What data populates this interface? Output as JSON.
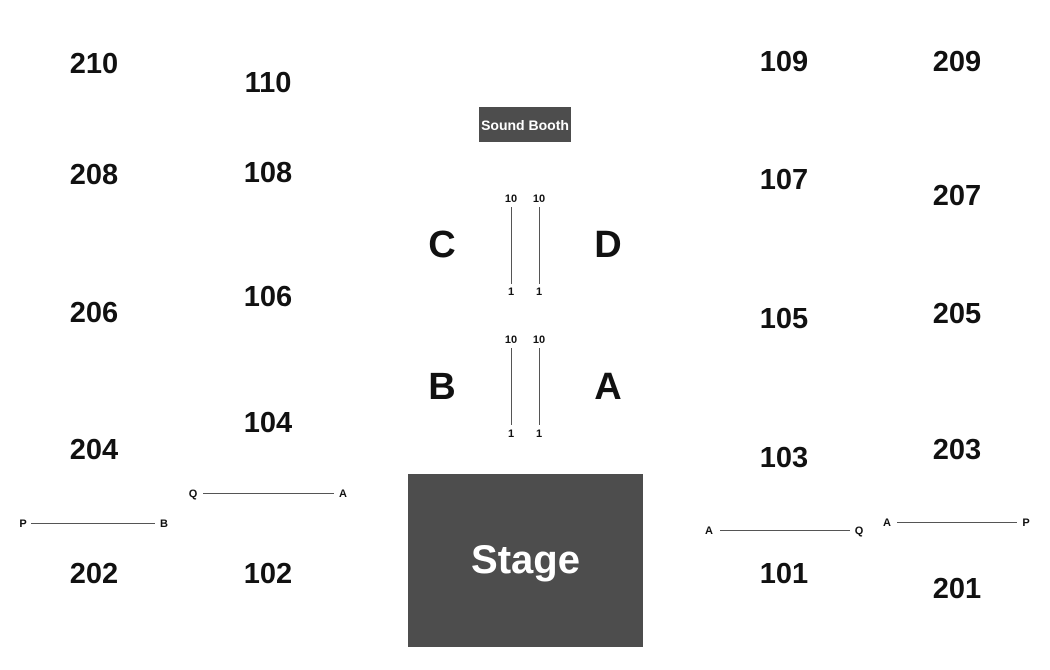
{
  "booth": {
    "label": "Sound Booth"
  },
  "stage": {
    "label": "Stage"
  },
  "sections": {
    "s210": "210",
    "s208": "208",
    "s206": "206",
    "s204": "204",
    "s202": "202",
    "s110": "110",
    "s108": "108",
    "s106": "106",
    "s104": "104",
    "s102": "102",
    "s109": "109",
    "s107": "107",
    "s105": "105",
    "s103": "103",
    "s101": "101",
    "s209": "209",
    "s207": "207",
    "s205": "205",
    "s203": "203",
    "s201": "201"
  },
  "floor": {
    "a": "A",
    "b": "B",
    "c": "C",
    "d": "D"
  },
  "aisle_rows": {
    "top": "10",
    "bottom": "1"
  },
  "row_ranges": {
    "left_202": {
      "start": "P",
      "end": "B"
    },
    "left_102": {
      "start": "Q",
      "end": "A"
    },
    "right_101": {
      "start": "A",
      "end": "Q"
    },
    "right_201": {
      "start": "A",
      "end": "P"
    }
  }
}
